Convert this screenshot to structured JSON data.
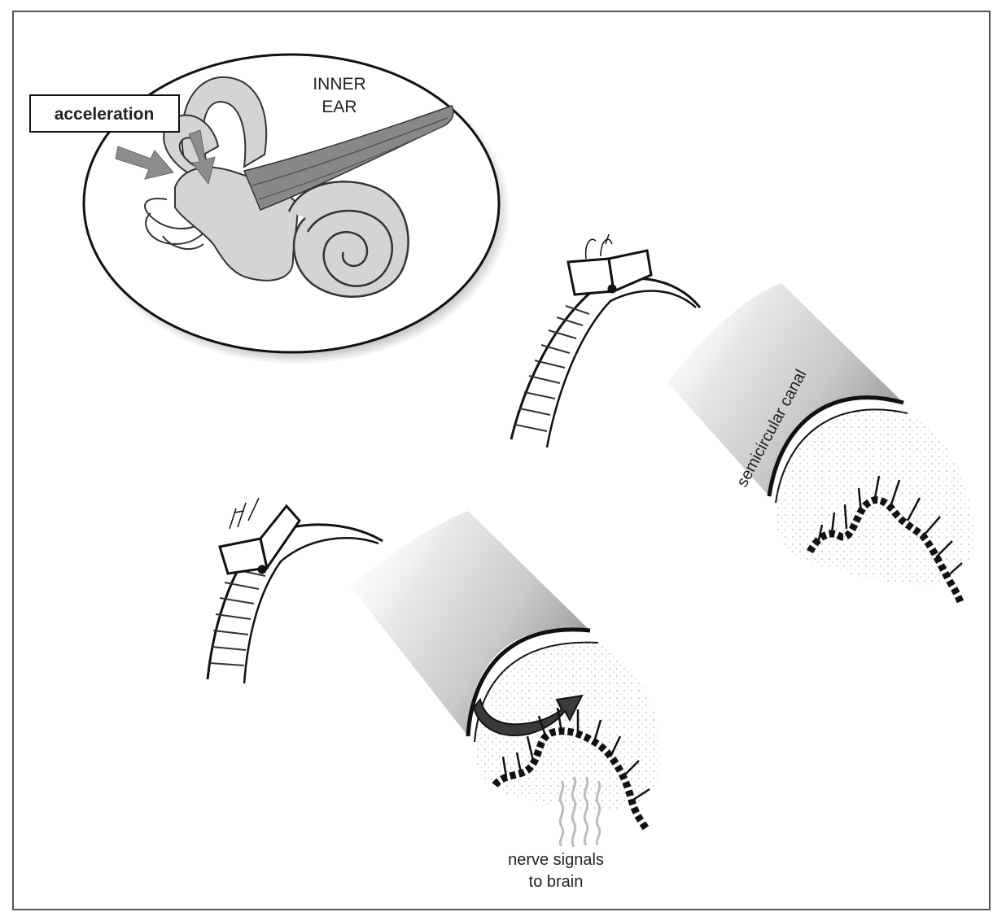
{
  "labels": {
    "acceleration": "acceleration",
    "inner_ear_line1": "INNER",
    "inner_ear_line2": "EAR",
    "semicircular_canal": "semicircular canal",
    "nerve_line1": "nerve signals",
    "nerve_line2": "to brain"
  },
  "colors": {
    "ink": "#111111",
    "ear_fill": "#d4d4d4",
    "arrow_fill": "#8c8c8c",
    "canal_shade": "#9a9a9a",
    "nerve_wave": "#bdbdbd"
  }
}
